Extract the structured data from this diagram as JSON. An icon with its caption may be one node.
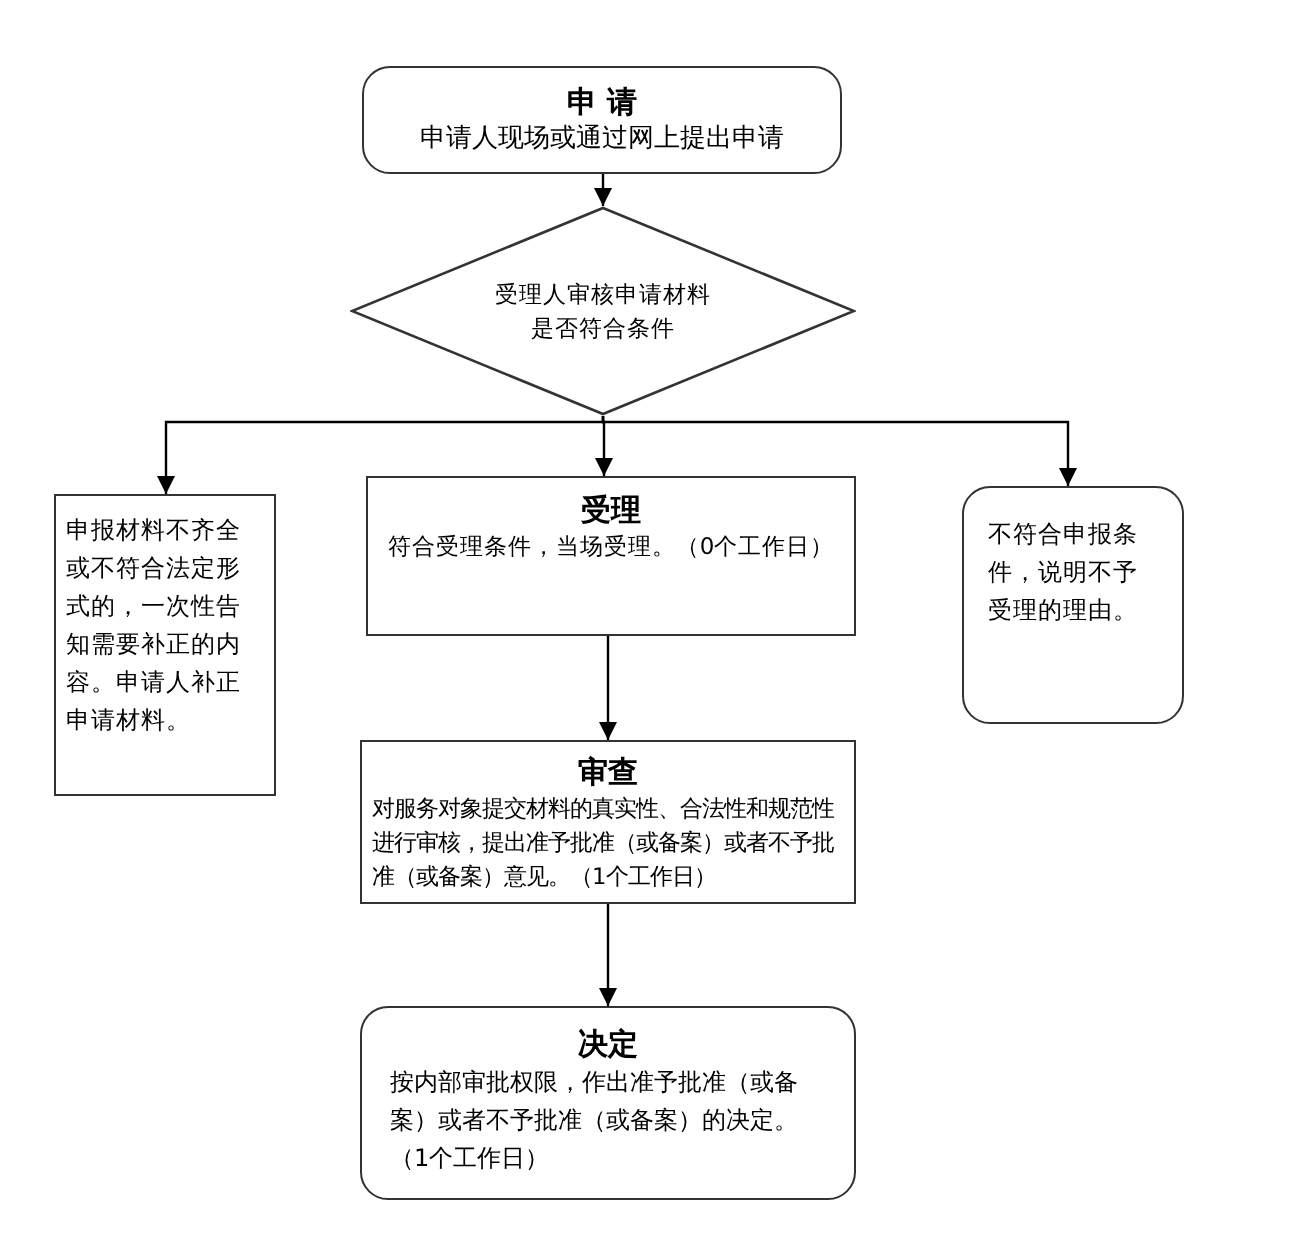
{
  "diagram": {
    "nodes": [
      {
        "text": [
          "申 请",
          "申请人现场或通过网上提出申请"
        ]
      },
      {
        "text": [
          "受理人审核申请材料是否符合条件"
        ]
      },
      {
        "text": [
          "申报材料不齐全或不符合法定形式的，一次性告知需要补正的内容。申请人补正申请材料。"
        ]
      },
      {
        "text": [
          "受理",
          "符合受理条件，当场受理。（0个工作日）"
        ]
      },
      {
        "text": [
          "不符合申报条件，说明不予受理的理由。"
        ]
      },
      {
        "text": [
          "审查",
          "对服务对象提交材料的真实性、合法性和规范性进行审核，提出准予批准（或备案）或者不予批准（或备案）意见。（1个工作日）"
        ]
      },
      {
        "text": [
          "决定",
          "按内部审批权限，作出准予批准（或备案）或者不予批准（或备案）的决定。（1个工作日）"
        ]
      }
    ],
    "edges": [
      {
        "from": 0,
        "to": 1,
        "arrow": "to"
      },
      {
        "from": 1,
        "to": 2,
        "arrow": "to"
      },
      {
        "from": 1,
        "to": 3,
        "arrow": "to"
      },
      {
        "from": 1,
        "to": 4,
        "arrow": "to"
      },
      {
        "from": 3,
        "to": 5,
        "arrow": "to"
      },
      {
        "from": 5,
        "to": 6,
        "arrow": "to"
      }
    ]
  }
}
